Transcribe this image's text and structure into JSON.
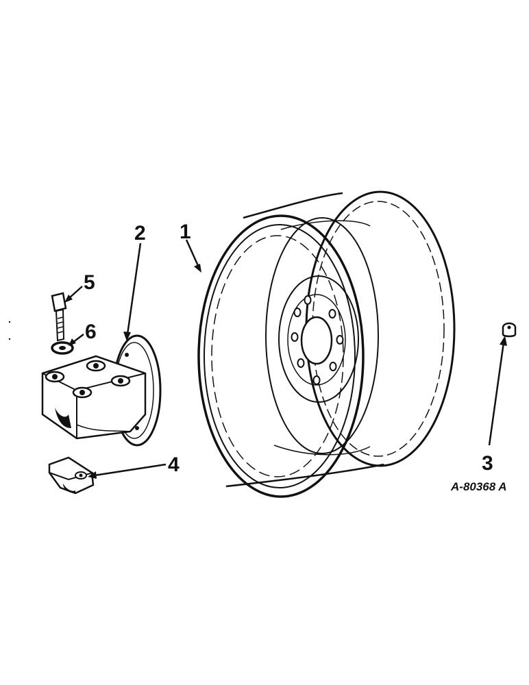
{
  "callouts": {
    "rim": "1",
    "hub_plate": "2",
    "valve": "3",
    "clamp": "4",
    "bolt": "5",
    "washer": "6"
  },
  "reference_code": "A-80368 A",
  "colors": {
    "ink": "#111111",
    "paper": "#ffffff"
  }
}
